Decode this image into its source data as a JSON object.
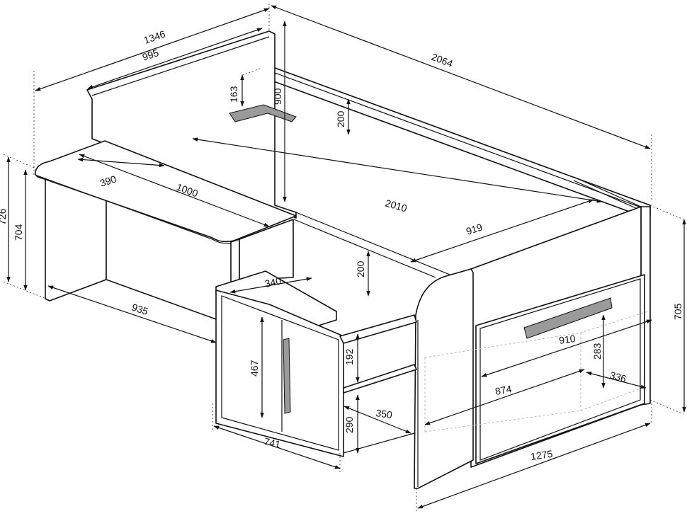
{
  "dimensions": [
    {
      "id": "overall-width",
      "value": "1346"
    },
    {
      "id": "backboard-width",
      "value": "995"
    },
    {
      "id": "overall-length",
      "value": "2064"
    },
    {
      "id": "shelf-height",
      "value": "163"
    },
    {
      "id": "total-height",
      "value": "900"
    },
    {
      "id": "backrest-height",
      "value": "200"
    },
    {
      "id": "desk-height-outer",
      "value": "726"
    },
    {
      "id": "desk-height-inner",
      "value": "704"
    },
    {
      "id": "desk-depth",
      "value": "390"
    },
    {
      "id": "desk-width",
      "value": "1000"
    },
    {
      "id": "mattress-length",
      "value": "2010"
    },
    {
      "id": "mattress-segment",
      "value": "919"
    },
    {
      "id": "cabinet-top-height",
      "value": "200"
    },
    {
      "id": "cabinet-depth",
      "value": "340"
    },
    {
      "id": "desk-leg-span",
      "value": "935"
    },
    {
      "id": "side-height",
      "value": "705"
    },
    {
      "id": "drawer-width",
      "value": "910"
    },
    {
      "id": "drawer-height",
      "value": "283"
    },
    {
      "id": "drawer-depth",
      "value": "336"
    },
    {
      "id": "door-height",
      "value": "467"
    },
    {
      "id": "shelf-gap-upper",
      "value": "192"
    },
    {
      "id": "shelf-gap-lower",
      "value": "290"
    },
    {
      "id": "shelf-depth",
      "value": "350"
    },
    {
      "id": "drawer-inner-width",
      "value": "874"
    },
    {
      "id": "cabinet-width",
      "value": "741"
    },
    {
      "id": "bed-front-width",
      "value": "1275"
    }
  ]
}
